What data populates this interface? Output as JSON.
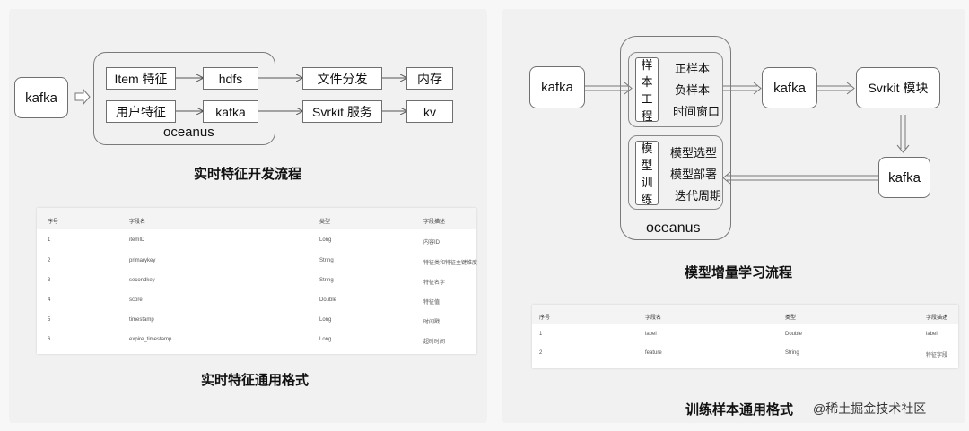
{
  "left": {
    "kafka": "kafka",
    "item_feature": "Item 特征",
    "user_feature": "用户特征",
    "hdfs": "hdfs",
    "kafka2": "kafka",
    "file_dist": "文件分发",
    "svrkit_service": "Svrkit 服务",
    "memory": "内存",
    "kv": "kv",
    "oceanus": "oceanus",
    "title": "实时特征开发流程",
    "table_title": "实时特征通用格式",
    "table_headers": [
      "序号",
      "字段名",
      "类型",
      "字段描述"
    ],
    "table_rows": [
      [
        "1",
        "itemID",
        "Long",
        "内容ID"
      ],
      [
        "2",
        "primarykey",
        "String",
        "特征类和特征主键维度"
      ],
      [
        "3",
        "secondkey",
        "String",
        "特征名字"
      ],
      [
        "4",
        "score",
        "Double",
        "特征值"
      ],
      [
        "5",
        "timestamp",
        "Long",
        "时间戳"
      ],
      [
        "6",
        "expire_timestamp",
        "Long",
        "超时时间"
      ]
    ]
  },
  "right": {
    "kafka_in": "kafka",
    "sample_engineering": "样本工程",
    "pos_sample": "正样本",
    "neg_sample": "负样本",
    "time_window": "时间窗口",
    "model_training": "模型训练",
    "model_select": "模型选型",
    "model_deploy": "模型部署",
    "iter_period": "迭代周期",
    "kafka_mid": "kafka",
    "svrkit_module": "Svrkit 模块",
    "kafka_out": "kafka",
    "oceanus": "oceanus",
    "title": "模型增量学习流程",
    "table_title": "训练样本通用格式",
    "table_headers": [
      "序号",
      "字段名",
      "类型",
      "字段描述"
    ],
    "table_rows": [
      [
        "1",
        "label",
        "Double",
        "label"
      ],
      [
        "2",
        "feature",
        "String",
        "特征字段"
      ]
    ]
  },
  "watermark": "@稀土掘金技术社区"
}
